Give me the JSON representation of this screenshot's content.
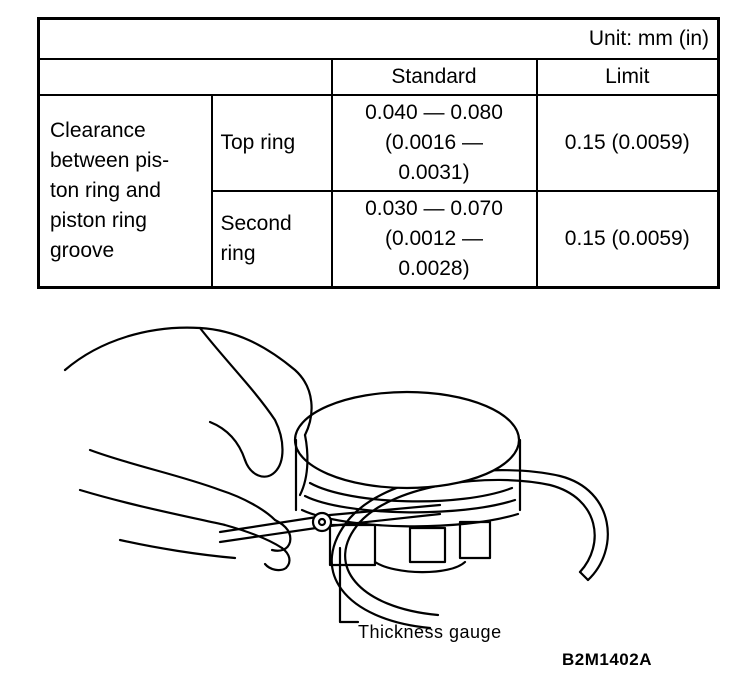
{
  "table": {
    "unit": "Unit: mm (in)",
    "header_standard": "Standard",
    "header_limit": "Limit",
    "row_label": "Clearance\nbetween pis-\nton ring and\npiston ring\ngroove",
    "rows": [
      {
        "label": "Top ring",
        "standard": "0.040 — 0.080\n(0.0016 —\n0.0031)",
        "limit": "0.15 (0.0059)"
      },
      {
        "label": "Second\nring",
        "standard": "0.030 — 0.070\n(0.0012 —\n0.0028)",
        "limit": "0.15 (0.0059)"
      }
    ]
  },
  "figure": {
    "callout": "Thickness gauge",
    "code": "B2M1402A"
  }
}
